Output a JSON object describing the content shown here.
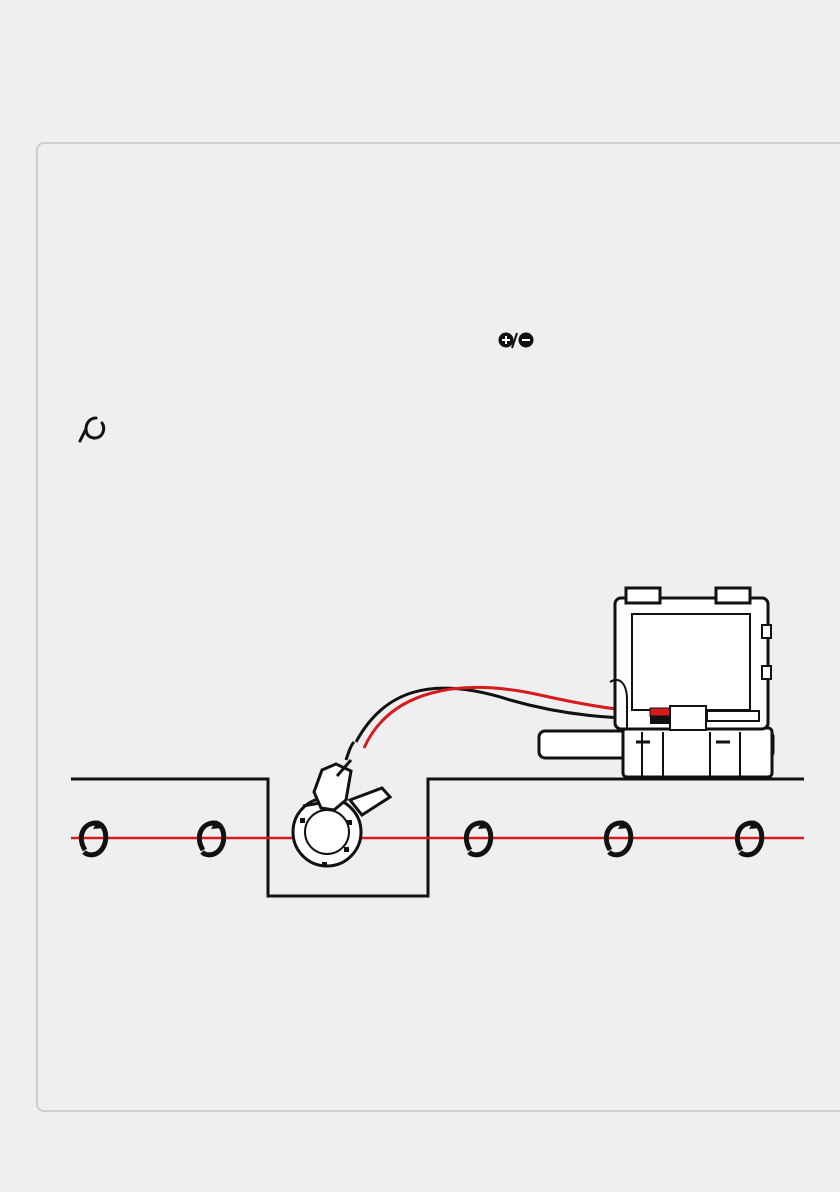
{
  "colors": {
    "background": "#efefef",
    "panel_border": "#cfcfcf",
    "ink": "#111111",
    "current_line": "#d71920",
    "red_lead": "#d71920"
  },
  "icons": {
    "polarity": "plus-minus-polarity-icon",
    "clamp": "clamp-symbol-icon",
    "current_flow": "current-flow-arrow-icon"
  },
  "diagram": {
    "current_arrows": [
      {
        "id": "flow-1"
      },
      {
        "id": "flow-2"
      },
      {
        "id": "flow-3"
      },
      {
        "id": "flow-4"
      },
      {
        "id": "flow-5"
      }
    ]
  }
}
